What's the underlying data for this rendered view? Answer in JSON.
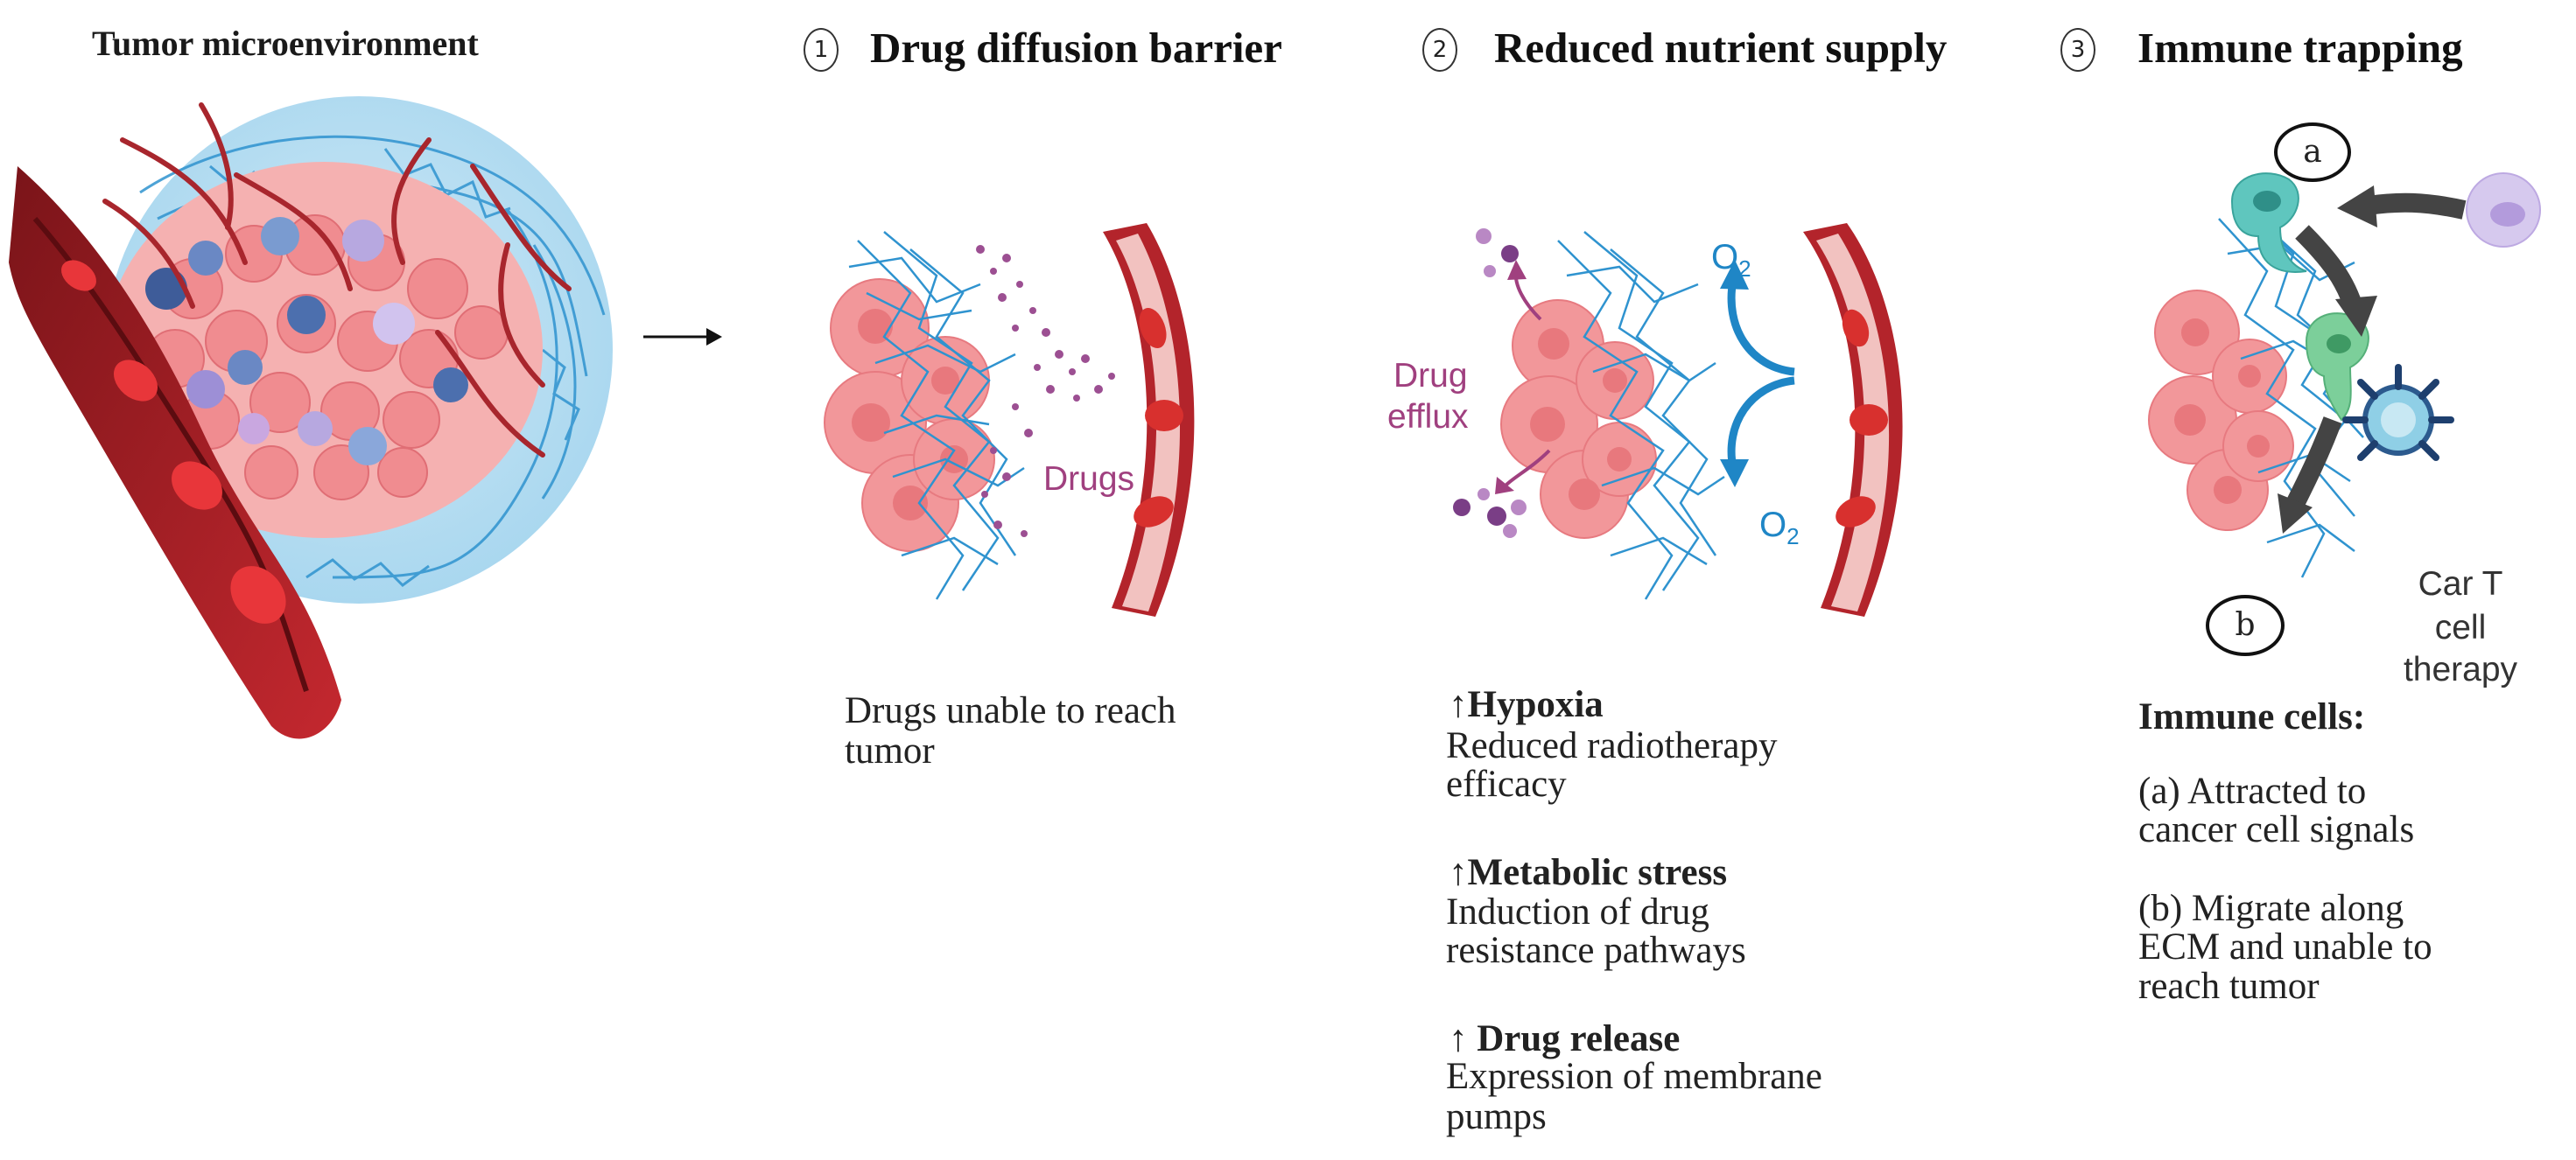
{
  "title": "Tumor microenvironment",
  "panels": [
    {
      "number": "1",
      "title": "Drug diffusion barrier"
    },
    {
      "number": "2",
      "title": "Reduced nutrient supply"
    },
    {
      "number": "3",
      "title": "Immune trapping"
    }
  ],
  "panel1": {
    "drugs_label": "Drugs",
    "caption_line1": "Drugs unable to reach",
    "caption_line2": "tumor"
  },
  "panel2": {
    "drug_efflux_line1": "Drug",
    "drug_efflux_line2": "efflux",
    "o2_top": "O",
    "o2_bottom": "O",
    "o2_subscript": "2",
    "items": [
      {
        "arrow": "↑",
        "heading": "Hypoxia",
        "line1": "Reduced radiotherapy",
        "line2": "efficacy"
      },
      {
        "arrow": "↑",
        "heading": "Metabolic stress",
        "line1": "Induction of drug",
        "line2": "resistance pathways"
      },
      {
        "arrow": "↑",
        "heading": "Drug release",
        "line1": "Expression of membrane",
        "line2": "pumps"
      }
    ]
  },
  "panel3": {
    "badge_a": "a",
    "badge_b": "b",
    "cart_line1": "Car T",
    "cart_line2": "cell",
    "cart_line3": "therapy",
    "heading": "Immune cells:",
    "a_line1": "(a) Attracted to",
    "a_line2": "cancer cell signals",
    "b_line1": "(b) Migrate along",
    "b_line2": "ECM and unable to",
    "b_line3": "reach tumor"
  },
  "colors": {
    "vessel": "#b3242b",
    "vessel_inner": "#f2c2c0",
    "rbc": "#d8302e",
    "tumor_cell": "#f2979a",
    "ecm": "#2f93cf",
    "drug_dots": "#9c4f92",
    "o2_blue": "#1f86c6",
    "immune_teal": "#5fc6be",
    "immune_green": "#7ccf9a",
    "immune_lilac": "#c9b6e6",
    "cart_blue": "#8fcfe6",
    "arrow_dark": "#444444"
  }
}
